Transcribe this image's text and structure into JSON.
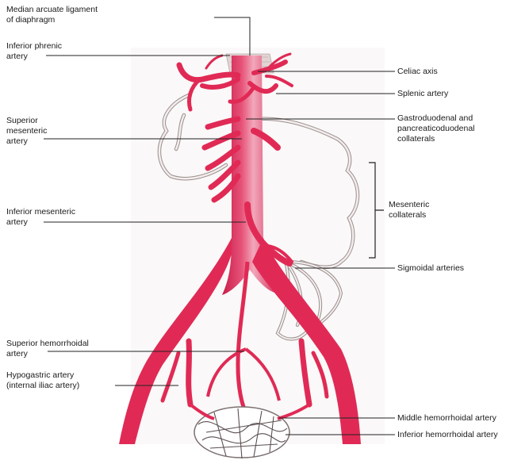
{
  "colors": {
    "artery": "#e02a55",
    "artery_dark": "#b81b43",
    "artery_light": "#f4a3b6",
    "collateral_fill": "#f3ecec",
    "collateral_stroke": "#9b8f8f",
    "leader": "#222222",
    "background": "#ffffff",
    "ligament": "#d9c9c9"
  },
  "labels_left": {
    "median_arcuate": "Median arcuate ligament\nof diaphragm",
    "inferior_phrenic": "Inferior phrenic\nartery",
    "superior_mesenteric": "Superior\nmesenteric\nartery",
    "inferior_mesenteric": "Inferior mesenteric\nartery",
    "superior_hemorrhoidal": "Superior hemorrhoidal\nartery",
    "hypogastric": "Hypogastric artery\n(internal iliac artery)"
  },
  "labels_right": {
    "celiac_axis": "Celiac axis",
    "splenic": "Splenic artery",
    "gastroduodenal": "Gastroduodenal and\npancreaticoduodenal\ncollaterals",
    "mesenteric_collaterals": "Mesenteric\ncollaterals",
    "sigmoidal": "Sigmoidal arteries",
    "middle_hemorrhoidal": "Middle hemorrhoidal artery",
    "inferior_hemorrhoidal": "Inferior hemorrhoidal artery"
  }
}
